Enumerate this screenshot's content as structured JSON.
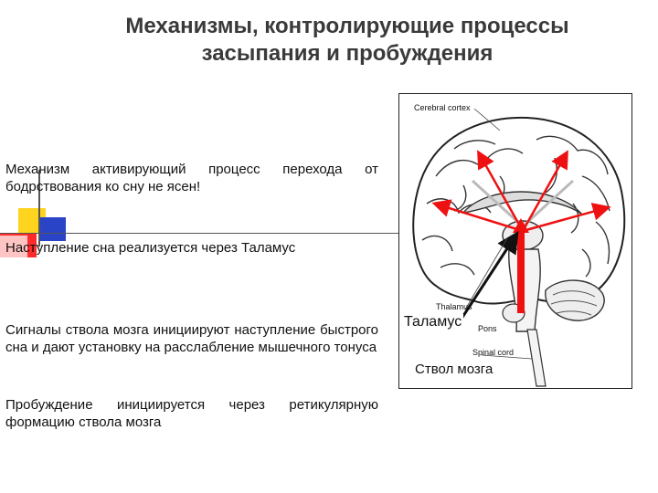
{
  "title": {
    "line1": "Механизмы, контролирующие процессы",
    "line2": "засыпания и пробуждения"
  },
  "paragraphs": [
    "Механизм активирующий процесс перехода от бодрствования ко сну не ясен!",
    "Наступление сна реализуется через Таламус",
    "Сигналы ствола мозга инициируют наступление быстрого сна и дают установку на расслабление мышечного тонуса",
    "Пробуждение инициируется через ретикулярную формацию ствола мозга"
  ],
  "figure": {
    "labels": {
      "cerebral_cortex": "Cerebral cortex",
      "thalamus_en": "Thalamus",
      "spinal_cord": "Spinal cord",
      "pons": "Pons"
    },
    "overlay": {
      "thalamus": "Таламус",
      "brainstem": "Ствол мозга"
    },
    "arrow_color": "#ee1111"
  },
  "colors": {
    "title": "#3a3a3a",
    "deco_yellow": "#ffd41e",
    "deco_blue": "#2a44c8",
    "deco_red": "#ff2a2a"
  }
}
